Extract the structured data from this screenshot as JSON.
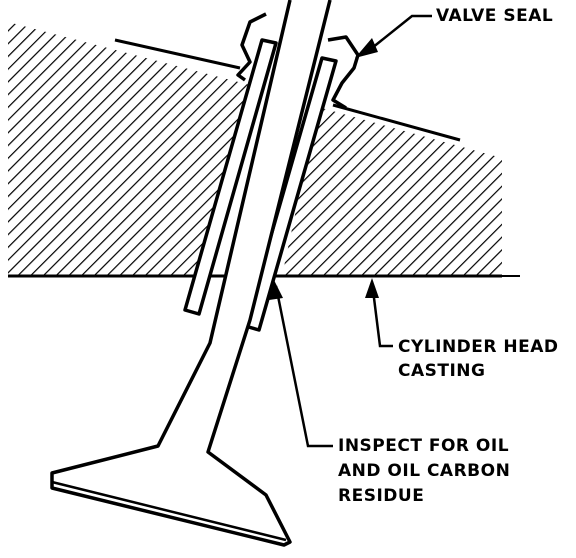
{
  "labels": {
    "valve_seal": "VALVE SEAL",
    "cylinder_head_line1": "CYLINDER HEAD",
    "cylinder_head_line2": "CASTING",
    "inspect_line1": "INSPECT FOR OIL",
    "inspect_line2": "AND OIL CARBON",
    "inspect_line3": "RESIDUE"
  },
  "colors": {
    "ink": "#000000",
    "background": "#ffffff"
  }
}
